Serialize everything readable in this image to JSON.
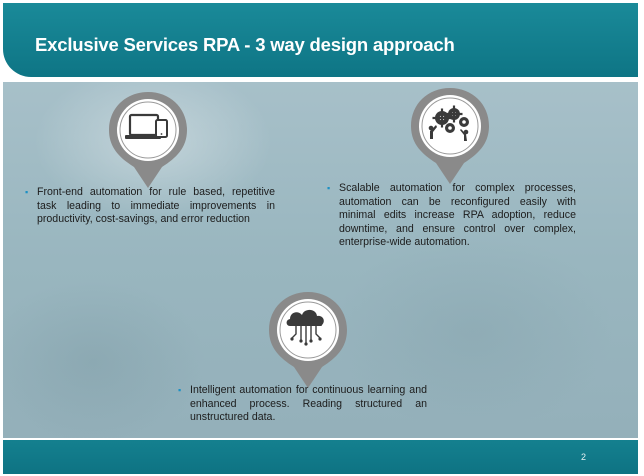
{
  "slide": {
    "title": "Exclusive Services RPA - 3 way design approach",
    "page_number": "2"
  },
  "bullets": {
    "frontend": "Front-end automation for rule based, repetitive task leading to immediate improvements in productivity, cost-savings, and error reduction",
    "scalable": "Scalable automation for complex processes, automation can be reconfigured easily with minimal edits increase RPA adoption, reduce downtime, and ensure control over complex, enterprise-wide automation.",
    "intelligent": "Intelligent automation for continuous learning and enhanced process. Reading structured an unstructured data.",
    "marker": "▪"
  },
  "icons": {
    "frontend": "devices-icon",
    "scalable": "gears-people-icon",
    "intelligent": "cloud-network-icon"
  },
  "colors": {
    "header": "#0e7585",
    "footer": "#0e7383",
    "pin_fill": "#8a8a8a",
    "pin_inner": "#ffffff",
    "bullet": "#1b90c4"
  }
}
